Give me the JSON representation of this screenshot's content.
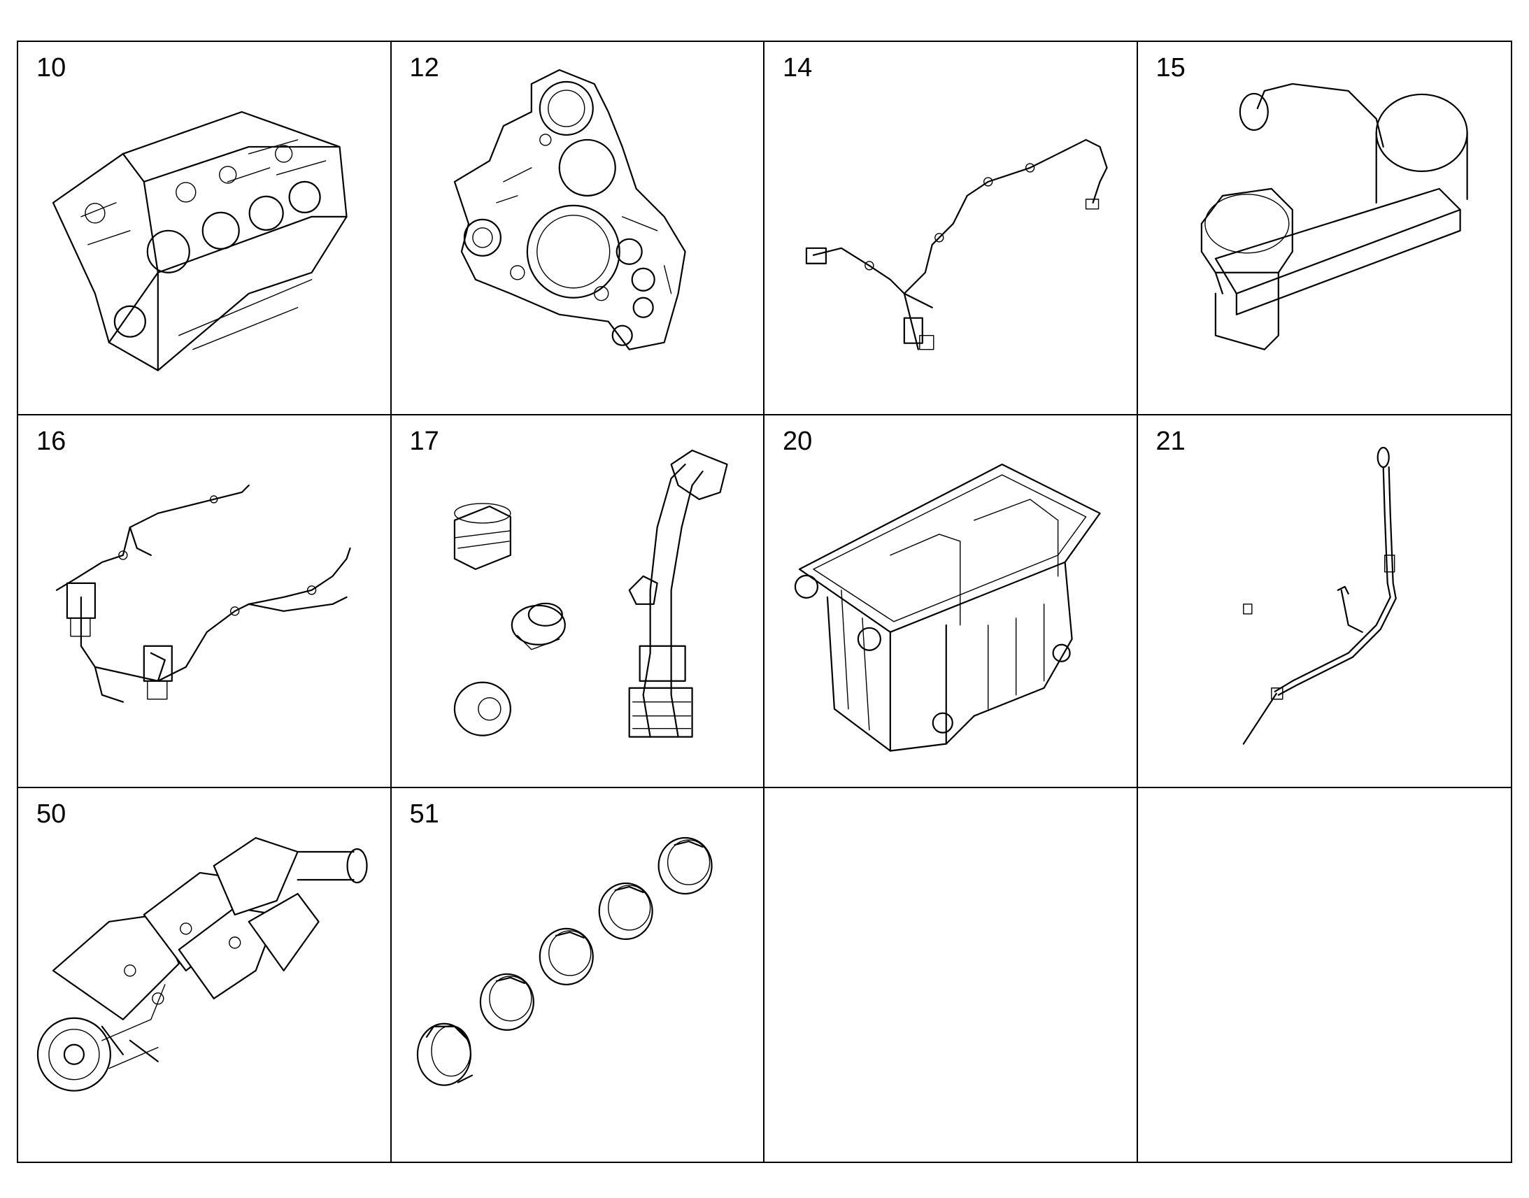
{
  "parts": [
    {
      "number": "10",
      "icon": "engine-block-icon"
    },
    {
      "number": "12",
      "icon": "timing-case-cover-icon"
    },
    {
      "number": "14",
      "icon": "wiring-harness-icon"
    },
    {
      "number": "15",
      "icon": "oil-filter-housing-icon"
    },
    {
      "number": "16",
      "icon": "sensor-harness-icon"
    },
    {
      "number": "17",
      "icon": "plugs-and-pipe-icon"
    },
    {
      "number": "20",
      "icon": "oil-pan-icon"
    },
    {
      "number": "21",
      "icon": "dipstick-icon"
    },
    {
      "number": "50",
      "icon": "crankshaft-icon"
    },
    {
      "number": "51",
      "icon": "bearing-shells-icon"
    },
    {
      "number": "",
      "icon": ""
    },
    {
      "number": "",
      "icon": ""
    }
  ]
}
